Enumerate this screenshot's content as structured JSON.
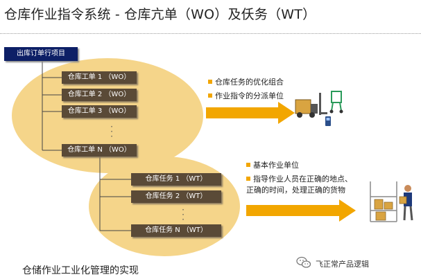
{
  "title": "仓库作业指令系统 - 仓库亢单（WO）及仸务（WT）",
  "root_label": "出库订单行项目",
  "work_orders": [
    "仓库工单 1 （WO）",
    "仓库工单 2 （WO）",
    "仓库工单 3 （WO）",
    "仓库工单 N （WO）"
  ],
  "warehouse_tasks": [
    "仓库任务 1 （WT）",
    "仓库任务 2 （WT）",
    "仓库任务 N （WT）"
  ],
  "wo_bullets": [
    "仓库任务的优化组合",
    "作业指令的分派单位"
  ],
  "wt_bullets": [
    "基本作业单位",
    "指导作业人员在正确的地点、",
    "正确的时间，处理正确的货物"
  ],
  "caption": "仓储作业工业化管理的实现",
  "watermark": "飞正常产品逻辑",
  "colors": {
    "accent": "#f2a600",
    "ellipse": "#f5d58a",
    "node": "#5a4a37",
    "root": "#0d1f66"
  }
}
